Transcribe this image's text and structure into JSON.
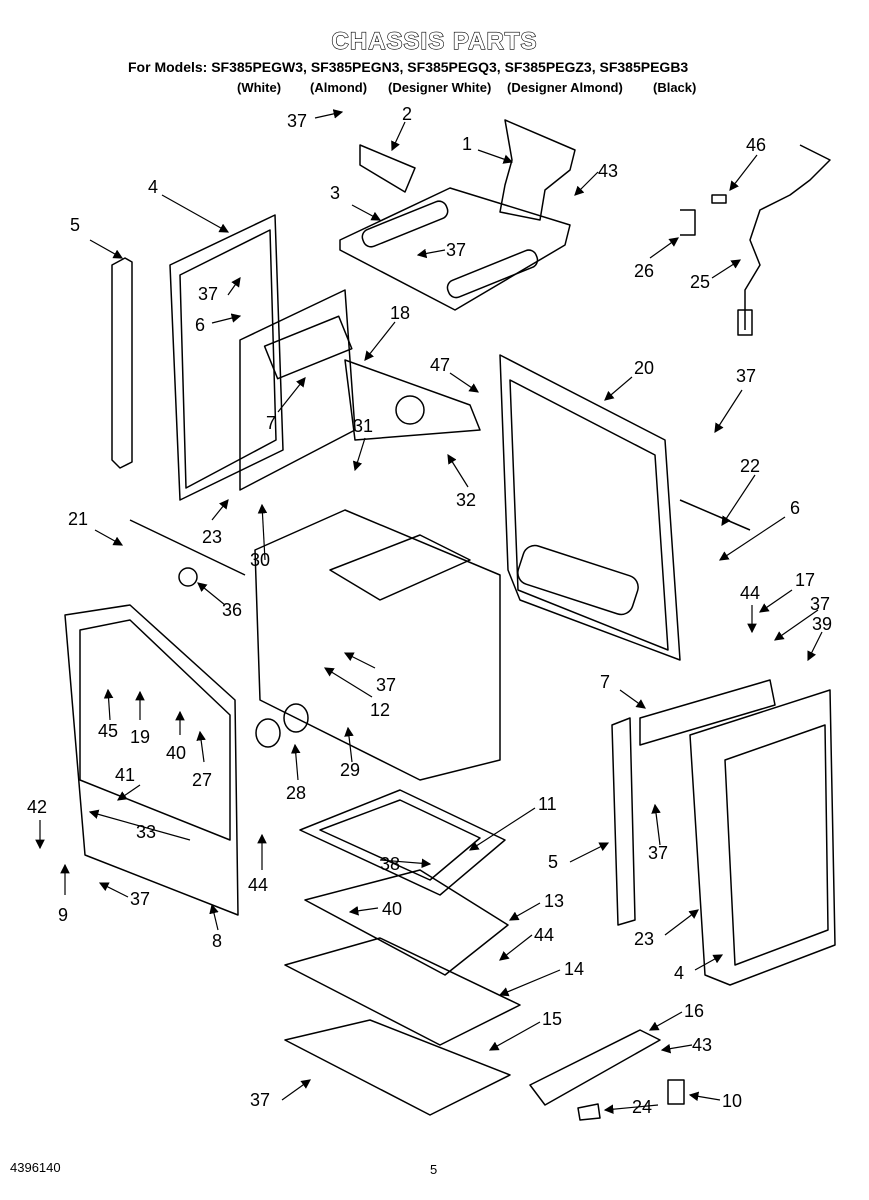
{
  "title": "CHASSIS PARTS",
  "models_line": "For Models: SF385PEGW3, SF385PEGN3, SF385PEGQ3, SF385PEGZ3, SF385PEGB3",
  "colors": [
    "(White)",
    "(Almond)",
    "(Designer White)",
    "(Designer Almond)",
    "(Black)"
  ],
  "footer": {
    "doc_number": "4396140",
    "page": "5"
  },
  "callouts": [
    "37",
    "2",
    "1",
    "43",
    "46",
    "4",
    "3",
    "37",
    "26",
    "25",
    "5",
    "37",
    "6",
    "7",
    "18",
    "47",
    "20",
    "37",
    "31",
    "32",
    "22",
    "23",
    "30",
    "6",
    "21",
    "36",
    "44",
    "17",
    "37",
    "39",
    "37",
    "12",
    "7",
    "45",
    "19",
    "40",
    "27",
    "41",
    "28",
    "29",
    "42",
    "33",
    "44",
    "11",
    "37",
    "5",
    "38",
    "9",
    "37",
    "40",
    "13",
    "8",
    "23",
    "44",
    "14",
    "4",
    "15",
    "16",
    "43",
    "37",
    "10",
    "24"
  ]
}
